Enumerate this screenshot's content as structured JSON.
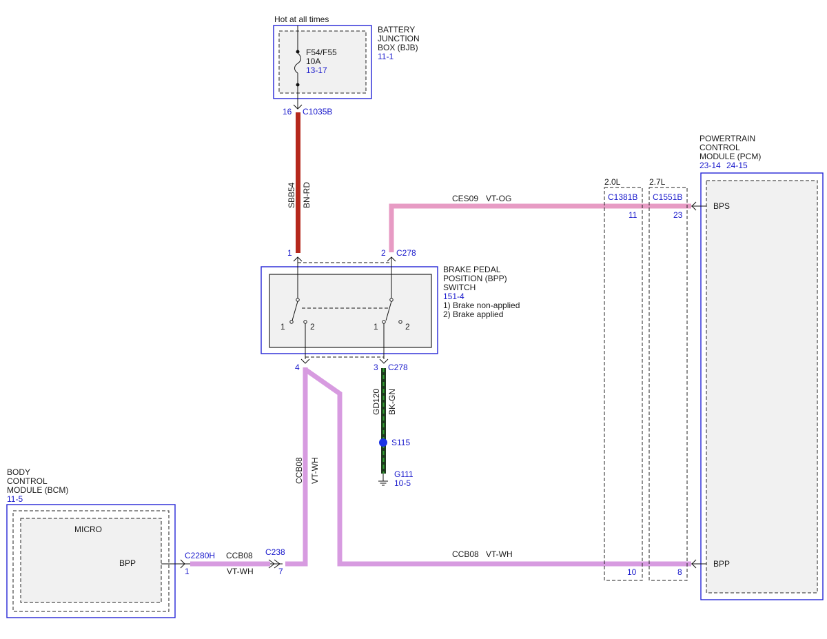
{
  "bjb": {
    "feed": "Hot at all times",
    "name_l1": "BATTERY",
    "name_l2": "JUNCTION",
    "name_l3": "BOX (BJB)",
    "ref": "11-1",
    "fuse_name": "F54/F55",
    "fuse_rating": "10A",
    "fuse_ref": "13-17",
    "pin": "16",
    "connector": "C1035B"
  },
  "wire_sbb54": {
    "circuit": "SBB54",
    "color": "BN-RD",
    "hex": "#b5281c"
  },
  "bpp_switch": {
    "name_l1": "BRAKE PEDAL",
    "name_l2": "POSITION (BPP)",
    "name_l3": "SWITCH",
    "ref": "151-4",
    "state1": "1) Brake non-applied",
    "state2": "2) Brake applied",
    "pin_top_left": "1",
    "pin_top_right": "2",
    "conn_top": "C278",
    "pin_bot_left": "4",
    "pin_bot_right": "3",
    "conn_bot": "C278",
    "pos1": "1",
    "pos2": "2"
  },
  "wire_ces09": {
    "circuit": "CES09",
    "color": "VT-OG",
    "hex": "#e79bc4"
  },
  "wire_gd120": {
    "circuit": "GD120",
    "color": "BK-GN",
    "hex": "#1f3a1f",
    "stripe": "#2ea02e"
  },
  "splice": {
    "name": "S115",
    "hex": "#1a33e6"
  },
  "ground": {
    "name": "G111",
    "ref": "10-5"
  },
  "wire_ccb08": {
    "circuit": "CCB08",
    "color": "VT-WH",
    "hex": "#d79be0"
  },
  "inline_conn": {
    "name": "C238",
    "pin": "7"
  },
  "bcm": {
    "name_l1": "BODY",
    "name_l2": "CONTROL",
    "name_l3": "MODULE (BCM)",
    "ref": "11-5",
    "micro": "MICRO",
    "signal": "BPP",
    "connector": "C2280H",
    "pin": "1"
  },
  "pcm": {
    "name_l1": "POWERTRAIN",
    "name_l2": "CONTROL",
    "name_l3": "MODULE (PCM)",
    "ref1": "23-14",
    "ref2": "24-15",
    "signal_top": "BPS",
    "signal_bot": "BPP"
  },
  "engine_2_0": {
    "label": "2.0L",
    "connector": "C1381B",
    "pin_top": "11",
    "pin_bot": "10"
  },
  "engine_2_7": {
    "label": "2.7L",
    "connector": "C1551B",
    "pin_top": "23",
    "pin_bot": "8"
  }
}
